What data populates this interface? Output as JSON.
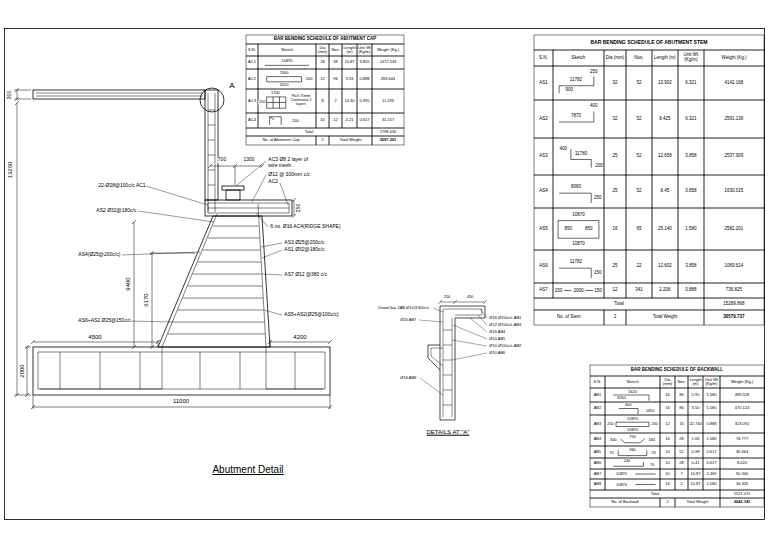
{
  "diagram": {
    "title": "Abutment Detail",
    "labels": [
      "BAR BENDING SCHEDULE OF ABUTMENT CAP",
      "S.N.",
      "Sketch",
      "Dia (mm)",
      "Nos.",
      "Length (m)",
      "Unit Wt (Kg/m)",
      "Weight (Kg.)",
      "AC1",
      "10870",
      "28",
      "38",
      "10.87",
      "3.855",
      "1472.533",
      "AC2",
      "2300",
      "2050",
      "200",
      "12",
      "96",
      "3.33",
      "0.888",
      "283.644",
      "AC3",
      "1700",
      "150",
      "Pitch 70mm Continuous 2 layers",
      "8",
      "2",
      "14.30",
      "0.395",
      "11.296",
      "AC4",
      "200",
      "10",
      "12",
      "4.21",
      "0.617",
      "31.157",
      "Total",
      "1798.630",
      "No. of Abutment Cap",
      "2",
      "Total Weight",
      "3597.261",
      "BAR BENDING SCHEDULE OF ABUTMENT STEM",
      "S.N.",
      "Sketch",
      "Dia (mm)",
      "Nos.",
      "Length (m)",
      "Unit Wt (Kg/m)",
      "Weight (Kg.)",
      "AS1",
      "11782",
      "250",
      "900",
      "32",
      "52",
      "13.902",
      "6.321",
      "4142.168",
      "AS2",
      "7870",
      "400",
      "32",
      "52",
      "8.425",
      "6.321",
      "2591.136",
      "AS3",
      "400",
      "11780",
      "200",
      "25",
      "52",
      "12.658",
      "3.858",
      "2537.909",
      "AS4",
      "8080",
      "250",
      "25",
      "52",
      "8.45",
      "3.858",
      "1630.015",
      "AS5",
      "10870",
      "850",
      "850",
      "10870",
      "16",
      "65",
      "25.140",
      "1.580",
      "2582.201",
      "AS6",
      "11782",
      "150",
      "25",
      "22",
      "12.602",
      "3.858",
      "1069.614",
      "AS7",
      "150",
      "2000",
      "150",
      "12",
      "341",
      "2.206",
      "0.888",
      "736.825",
      "Total",
      "15289.868",
      "No. of Stem",
      "2",
      "Total Weight",
      "30579.737",
      "BAR BENDING SCHEDULE OF BACKWALL",
      "S.N.",
      "Sketch",
      "Dia (mm)",
      "Nos.",
      "Length (m)",
      "Unit Wt (Kg/m)",
      "Weight (Kg.)",
      "AB1",
      "1620",
      "3050",
      "16",
      "86",
      "5.90",
      "1.580",
      "489.528",
      "AB2",
      "300",
      "1450",
      "16",
      "86",
      "3.50",
      "1.580",
      "470.124",
      "AB3",
      "10870",
      "250",
      "250",
      "10870",
      "12",
      "16",
      "22.740",
      "0.888",
      "323.092",
      "AB4",
      "300",
      "700",
      "160",
      "16",
      "28",
      "1.66",
      "1.580",
      "74.777",
      "AB5",
      "960",
      "70",
      "70",
      "10",
      "52",
      "0.98",
      "0.617",
      "30.464",
      "AB6",
      "240",
      "70",
      "10",
      "28",
      "0.41",
      "0.617",
      "8.420",
      "AB7",
      "10870",
      "20",
      "7",
      "10.87",
      "2.469",
      "90.340",
      "AB8",
      "10870",
      "16",
      "2",
      "10.87",
      "1.580",
      "34.326",
      "Total",
      "1521.071",
      "No. of Backwall",
      "2",
      "Total Weight",
      "3042.141",
      "300",
      "13260",
      "9400",
      "6170",
      "2000",
      "4500",
      "4200",
      "11000",
      "A",
      "700",
      "1300",
      "AC3 Ø8 2 layer of wire mesh",
      "Ø12 @ 300mm c/c",
      "AC2",
      "250",
      "22-Ø28@100c/c AC1",
      "AS2 Ø32@180c/c",
      "6 no. Ø16 AC4(RIDGE SHAPE)",
      "AS3 Ø25@200c/c",
      "AS1 Ø32@180c/c",
      "AS4(Ø25@200c/c)",
      "AS7 Ø12 @380 c/c",
      "AS6+AS2 Ø25@150c/c",
      "AS5+AS2(Ø25@100c/c)",
      "250",
      "450",
      "Dowel bar 2AB Ø10@300c/c",
      "Ø20 AB7",
      "Ø16 Ø150c/c AB1",
      "Ø12 Ø150c/c AB3",
      "Ø16 AB4",
      "Ø10 AB5",
      "Ø10 Ø150c/c AB2",
      "Ø10 AB6",
      "Ø16 AB8",
      "DETAILS AT \"A\""
    ]
  }
}
